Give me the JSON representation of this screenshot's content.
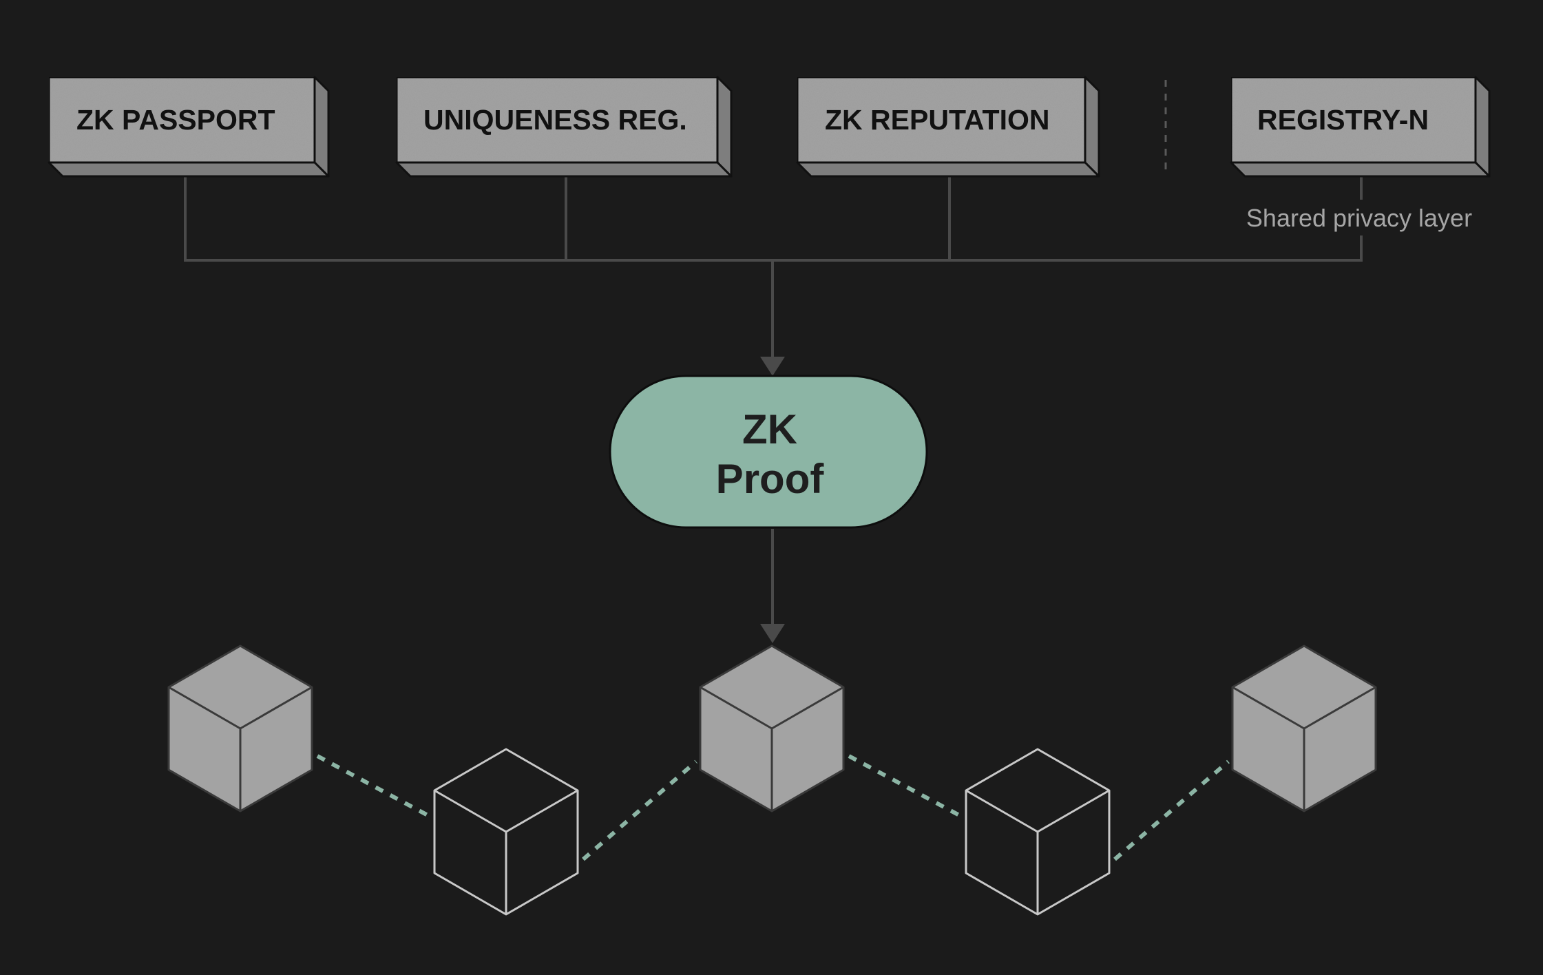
{
  "registries": [
    {
      "id": "zk-passport",
      "label": "ZK PASSPORT"
    },
    {
      "id": "uniqueness-reg",
      "label": "UNIQUENESS REG."
    },
    {
      "id": "zk-reputation",
      "label": "ZK REPUTATION"
    },
    {
      "id": "registry-n",
      "label": "REGISTRY-N"
    }
  ],
  "shared_layer_caption": "Shared privacy layer",
  "proof_node": {
    "line1": "ZK",
    "line2": "Proof"
  },
  "chain": {
    "blocks": [
      {
        "style": "filled"
      },
      {
        "style": "outline"
      },
      {
        "style": "filled"
      },
      {
        "style": "outline"
      },
      {
        "style": "filled"
      }
    ],
    "link_style": "dashed"
  },
  "colors": {
    "background": "#1b1b1b",
    "registry_fill": "#a3a3a3",
    "proof_fill": "#8cb5a5",
    "connector": "#4a4a4a",
    "chain_link": "#8cb5a5",
    "block_fill": "#a3a3a3",
    "block_outline": "#c8c8c8"
  }
}
